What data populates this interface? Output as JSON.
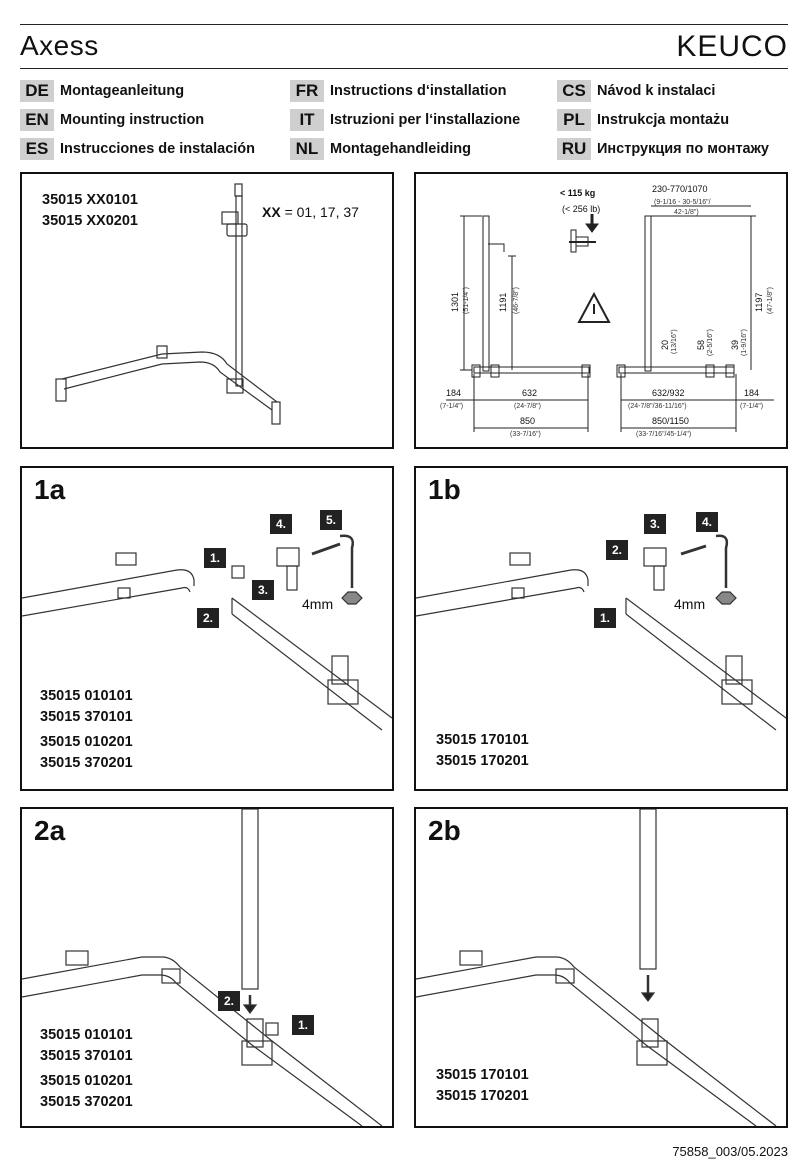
{
  "header": {
    "title": "Axess",
    "brand": "KEUCO"
  },
  "languages": [
    {
      "code": "DE",
      "text": "Montageanleitung"
    },
    {
      "code": "EN",
      "text": "Mounting instruction"
    },
    {
      "code": "ES",
      "text": "Instrucciones de instalación"
    },
    {
      "code": "FR",
      "text": "Instructions d‘installation"
    },
    {
      "code": "IT",
      "text": "Istruzioni per l‘installazione"
    },
    {
      "code": "NL",
      "text": "Montagehandleiding"
    },
    {
      "code": "CS",
      "text": "Návod k instalaci"
    },
    {
      "code": "PL",
      "text": "Instrukcja montażu"
    },
    {
      "code": "RU",
      "text": "Инструкция по монтажу"
    }
  ],
  "overview": {
    "codes": [
      "35015 XX0101",
      "35015 XX0201"
    ],
    "xx_label": "XX",
    "xx_values": "= 01, 17, 37"
  },
  "dimensions": {
    "load": "< 115 kg",
    "load_lb": "(< 256 lb)",
    "left": {
      "h1": "1301",
      "h1_in": "(51-1/4\")",
      "h2": "1191",
      "h2_in": "(46-7/8\")",
      "w1": "184",
      "w1_in": "(7-1/4\")",
      "w2": "632",
      "w2_in": "(24-7/8\")",
      "w3": "850",
      "w3_in": "(33-7/16\")"
    },
    "right": {
      "top": "230-770/1070",
      "top_in": "(9-1/16 - 30-5/16\"/",
      "top_in2": "42-1/8\")",
      "h": "1197",
      "h_in": "(47-1/8\")",
      "d20": "20",
      "d20_in": "(13/16\")",
      "d58": "58",
      "d58_in": "(2-5/16\")",
      "d39": "39",
      "d39_in": "(1-9/16\")",
      "w1": "632/932",
      "w1_in": "(24-7/8\"/36-11/16\")",
      "w2": "850/1150",
      "w2_in": "(33-7/16\"/45-1/4\")",
      "w3": "184",
      "w3_in": "(7-1/4\")"
    }
  },
  "panels": {
    "p1a": {
      "label": "1a",
      "steps": [
        "1.",
        "2.",
        "3.",
        "4.",
        "5."
      ],
      "tool": "4mm",
      "codes": [
        "35015 010101",
        "35015 370101",
        "35015 010201",
        "35015 370201"
      ]
    },
    "p1b": {
      "label": "1b",
      "steps": [
        "1.",
        "2.",
        "3.",
        "4."
      ],
      "tool": "4mm",
      "codes": [
        "35015 170101",
        "35015 170201"
      ]
    },
    "p2a": {
      "label": "2a",
      "steps": [
        "1.",
        "2."
      ],
      "codes": [
        "35015 010101",
        "35015 370101",
        "35015 010201",
        "35015 370201"
      ]
    },
    "p2b": {
      "label": "2b",
      "codes": [
        "35015 170101",
        "35015 170201"
      ]
    }
  },
  "footer": "75858_003/05.2023"
}
